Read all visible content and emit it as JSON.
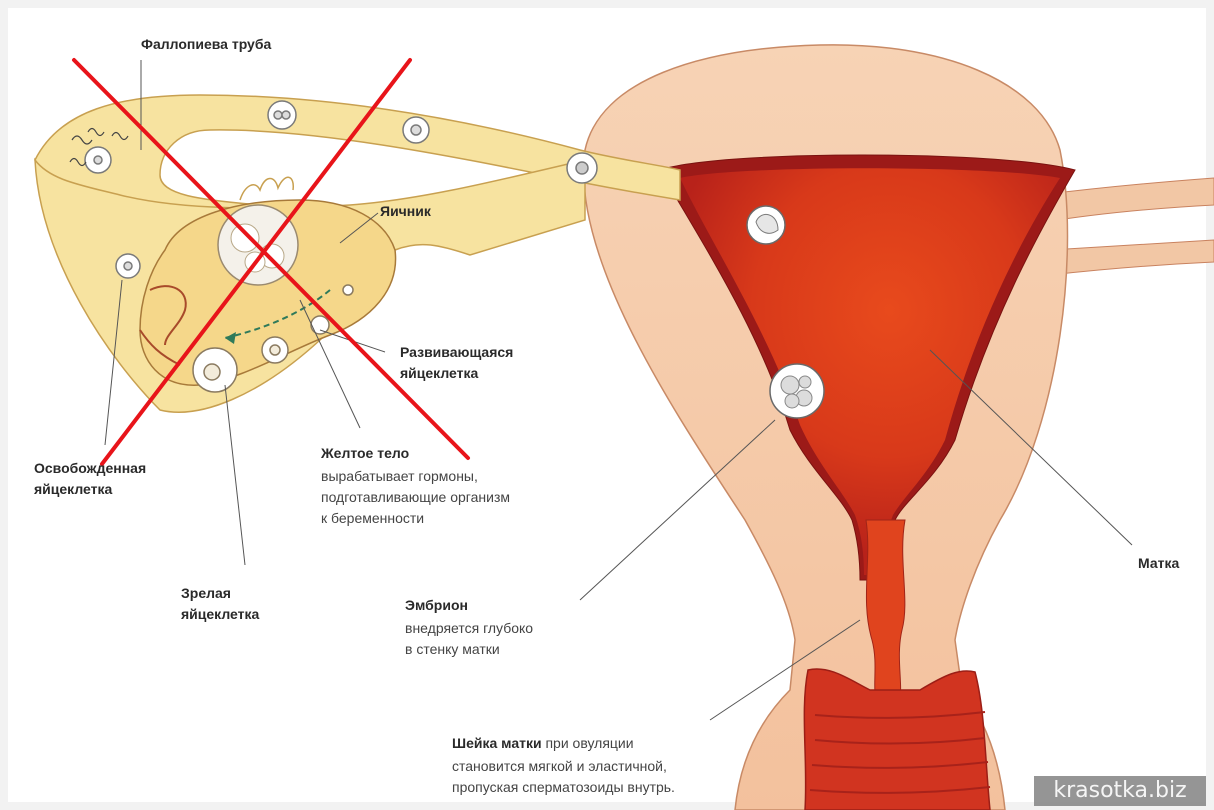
{
  "labels": {
    "fallopian_tube": "Фаллопиева труба",
    "ovary": "Яичник",
    "developing_egg_l1": "Развивающаяся",
    "developing_egg_l2": "яйцеклетка",
    "yellow_body_title": "Желтое тело",
    "yellow_body_l1": "вырабатывает гормоны,",
    "yellow_body_l2": "подготавливающие организм",
    "yellow_body_l3": "к беременности",
    "released_egg_l1": "Освобожденная",
    "released_egg_l2": "яйцеклетка",
    "mature_egg_l1": "Зрелая",
    "mature_egg_l2": "яйцеклетка",
    "uterus": "Матка",
    "embryo_title": "Эмбрион",
    "embryo_l1": "внедряется глубоко",
    "embryo_l2": "в стенку матки",
    "cervix_title": "Шейка матки",
    "cervix_l1": "при овуляции",
    "cervix_l2": "становится мягкой и эластичной,",
    "cervix_l3": "пропуская сперматозоиды внутрь."
  },
  "watermark": "krasotka.biz",
  "colors": {
    "uterus_wall": "#f5c9a6",
    "cavity": "#d83a1a",
    "tube": "#f7e3a0",
    "cross": "#e8141a"
  }
}
